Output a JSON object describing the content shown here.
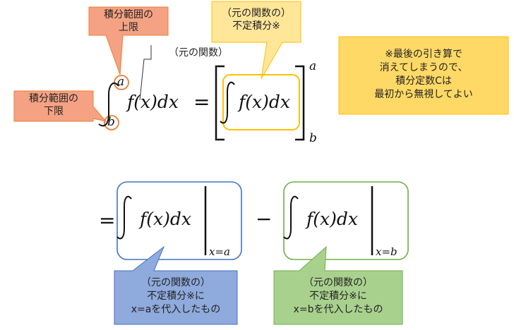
{
  "callouts": {
    "upper_limit": [
      "積分範囲の",
      "上限"
    ],
    "lower_limit": [
      "積分範囲の",
      "下限"
    ],
    "indef_top": [
      "（元の関数の）",
      "不定積分※"
    ],
    "note": [
      "※最後の引き算で",
      "消えてしまうので、",
      "積分定数Cは",
      "最初から無視してよい"
    ],
    "left_bottom": [
      "（元の関数の）",
      "不定積分※に",
      "x=aを代入したもの"
    ],
    "right_bottom": [
      "（元の関数の）",
      "不定積分※に",
      "x=bを代入したもの"
    ]
  },
  "labels": {
    "original_function": "（元の関数）"
  },
  "math": {
    "upper": "a",
    "lower": "b",
    "integrand": "f(x)dx",
    "equals": "=",
    "minus": "−",
    "sub_a": "x=a",
    "sub_b": "x=b"
  },
  "colors": {
    "red_fill": "#F4A283",
    "red_stroke": "#ED7D31",
    "yellow_fill": "#FFE699",
    "yellow_stroke": "#FFC000",
    "orange_fill": "#FFD966",
    "blue_fill": "#8FAADC",
    "blue_stroke": "#4472C4",
    "green_fill": "#A9D18E",
    "green_stroke": "#70AD47"
  }
}
